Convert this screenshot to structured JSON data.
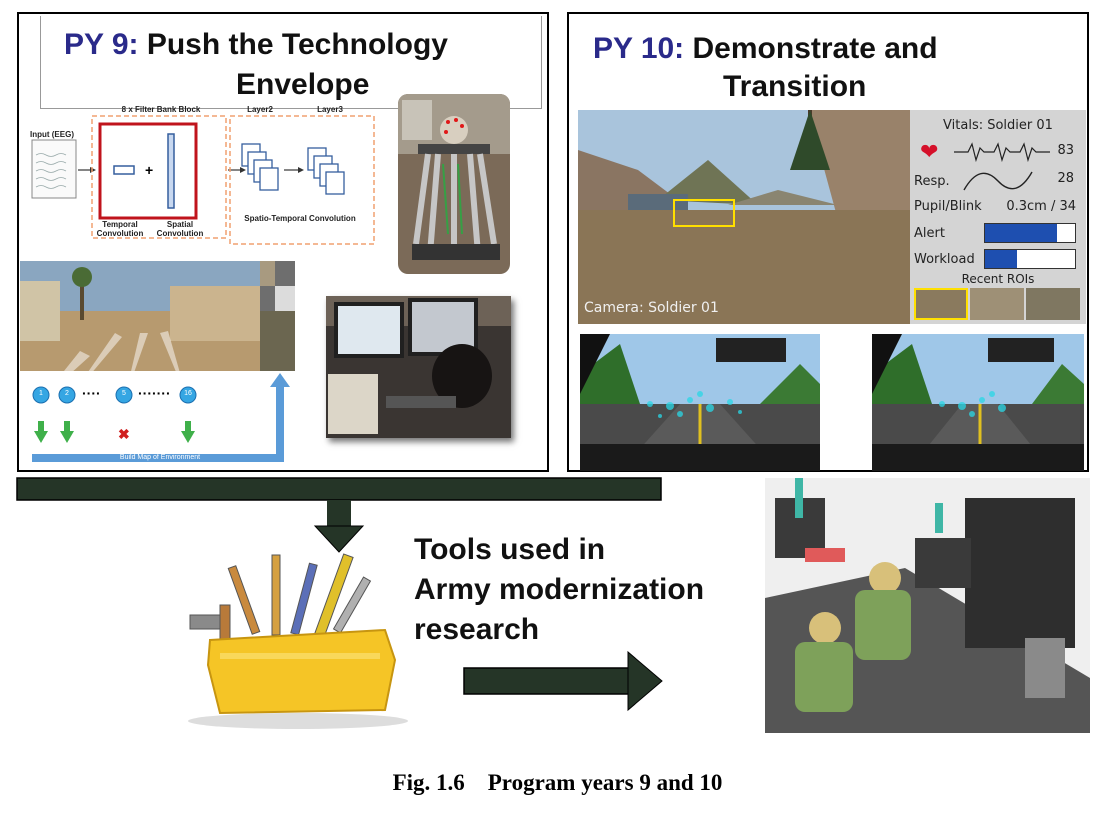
{
  "py9": {
    "prefix": "PY 9:",
    "title_line1": "Push the Technology",
    "title_line2": "Envelope",
    "diagram": {
      "filter_bank": "8 x Filter Bank Block",
      "input": "Input (EEG)",
      "temporal": "Temporal Convolution",
      "spatial": "Spatial Convolution",
      "layer2": "Layer2",
      "layer3": "Layer3",
      "spatio_temporal": "Spatio-Temporal Convolution"
    },
    "map": {
      "nodes": [
        "1",
        "2",
        "5",
        "16"
      ],
      "dots1": "····",
      "dots2": "·······",
      "build_label": "Build Map of Environment"
    }
  },
  "py10": {
    "prefix": "PY 10:",
    "title_line1": "Demonstrate and",
    "title_line2": "Transition",
    "camera_label": "Camera: Soldier 01",
    "vitals": {
      "header": "Vitals: Soldier 01",
      "heart_value": "83",
      "resp_label": "Resp.",
      "resp_value": "28",
      "pupil_label": "Pupil/Blink",
      "pupil_value": "0.3cm / 34",
      "alert_label": "Alert",
      "alert_level": 0.8,
      "workload_label": "Workload",
      "workload_level": 0.35,
      "rois_label": "Recent ROIs"
    }
  },
  "tools_text": [
    "Tools used in",
    "Army modernization",
    "research"
  ],
  "caption": "Fig. 1.6    Program years 9 and 10",
  "colors": {
    "title_blue": "#2a2a8a",
    "arrow_green": "#253527",
    "hud_blue": "#1e4fb0",
    "heart_red": "#d5102a"
  }
}
